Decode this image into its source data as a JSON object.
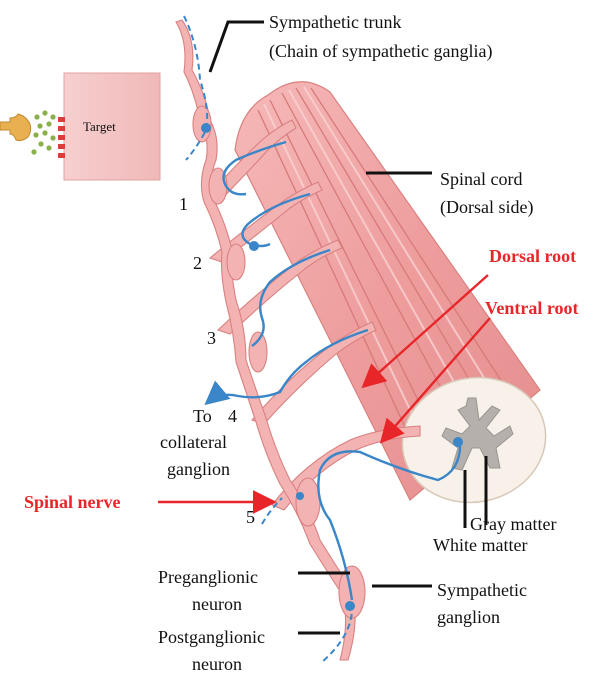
{
  "colors": {
    "muscle_fill": "#f2a7a7",
    "muscle_edge": "#d98080",
    "neuron_blue": "#3a86c8",
    "label_red": "#e8262a",
    "target_fill": "#f4c6c6",
    "synapse_red": "#e03a3a",
    "terminal_gold": "#e8b050",
    "vesicle_green": "#8ab04a",
    "cord_section": "#f7f1ea",
    "gray_matter": "#b5b0ab"
  },
  "icons": [
    "nerve-terminal-icon",
    "vesicle-icon",
    "receptor-icon"
  ],
  "target": {
    "label": "Target"
  },
  "labels": {
    "sympathetic_trunk_1": "Sympathetic trunk",
    "sympathetic_trunk_2": "(Chain of sympathetic ganglia)",
    "spinal_cord_1": "Spinal cord",
    "spinal_cord_2": "(Dorsal side)",
    "dorsal_root": "Dorsal root",
    "ventral_root": "Ventral root",
    "spinal_nerve": "Spinal nerve",
    "gray_matter": "Gray matter",
    "white_matter": "White matter",
    "to_collateral_1": "To",
    "to_collateral_2": "collateral",
    "to_collateral_3": "ganglion",
    "preganglionic_1": "Preganglionic",
    "preganglionic_2": "neuron",
    "postganglionic_1": "Postganglionic",
    "postganglionic_2": "neuron",
    "sympathetic_ganglion_1": "Sympathetic",
    "sympathetic_ganglion_2": "ganglion"
  },
  "pathway_numbers": [
    "1",
    "2",
    "3",
    "4",
    "5"
  ]
}
